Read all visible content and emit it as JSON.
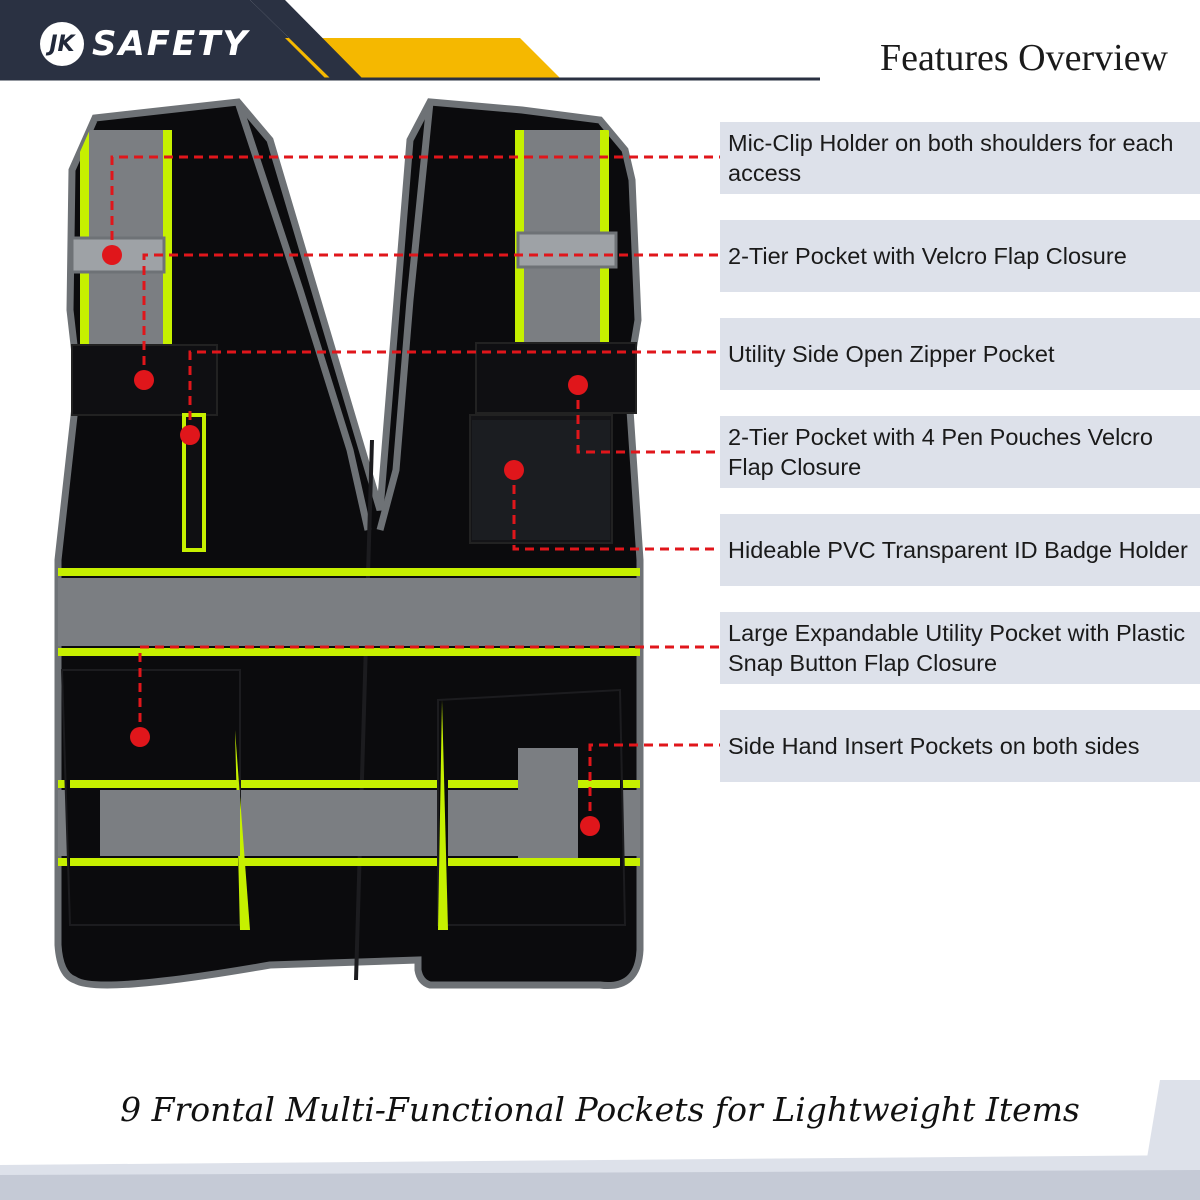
{
  "brand": {
    "logo_mark": "JK",
    "logo_word": "SAFETY"
  },
  "header": {
    "title": "Features Overview"
  },
  "features": [
    {
      "label": "Mic-Clip Holder on both shoulders for each access"
    },
    {
      "label": "2-Tier Pocket with Velcro Flap Closure"
    },
    {
      "label": "Utility Side Open Zipper Pocket"
    },
    {
      "label": "2-Tier Pocket with 4 Pen Pouches Velcro Flap Closure"
    },
    {
      "label": "Hideable PVC Transparent ID Badge Holder"
    },
    {
      "label": "Large Expandable Utility Pocket with Plastic Snap Button Flap Closure"
    },
    {
      "label": "Side Hand Insert Pockets on both sides"
    }
  ],
  "footer": {
    "tagline": "9 Frontal Multi-Functional Pockets for Lightweight Items"
  },
  "colors": {
    "header_dark": "#2a3142",
    "accent_yellow": "#f5b800",
    "feature_box": "#dde1ea",
    "callout_red": "#e0161b",
    "hi_vis_green": "#c6f000",
    "reflective_gray": "#7b7e82",
    "vest_black": "#0b0b0d"
  }
}
